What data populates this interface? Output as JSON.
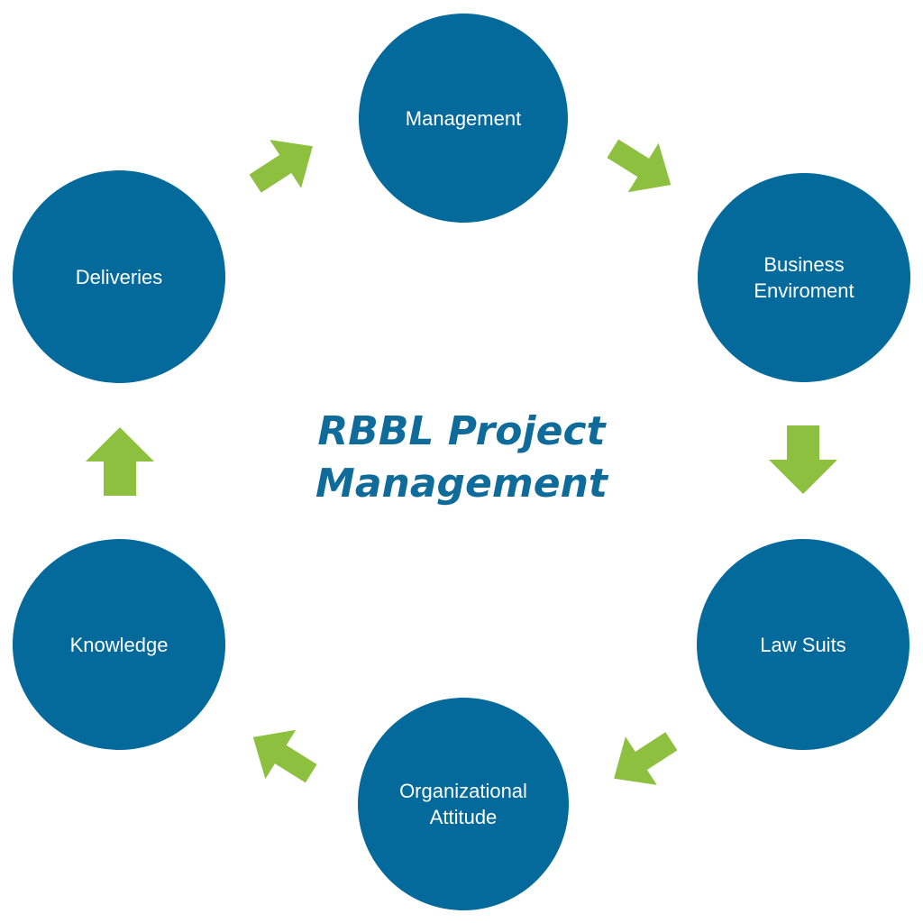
{
  "title": {
    "line1": "RBBL Project",
    "line2": "Management"
  },
  "colors": {
    "node_fill": "#036a9b",
    "node_text": "#ffffff",
    "arrow": "#8dc03f",
    "title_text": "#0e6b9a",
    "background": "#ffffff"
  },
  "cycle": [
    {
      "id": "management",
      "label": "Management"
    },
    {
      "id": "business-environment",
      "label": "Business\nEnviroment"
    },
    {
      "id": "law-suits",
      "label": "Law Suits"
    },
    {
      "id": "organizational-attitude",
      "label": "Organizational\nAttitude"
    },
    {
      "id": "knowledge",
      "label": "Knowledge"
    },
    {
      "id": "deliveries",
      "label": "Deliveries"
    }
  ],
  "flow_direction": "clockwise"
}
